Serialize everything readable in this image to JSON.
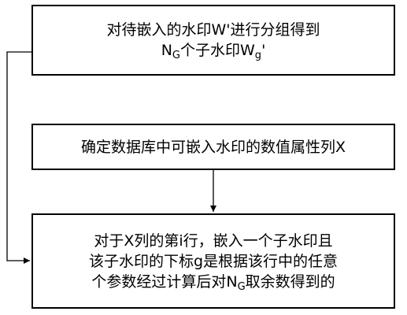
{
  "boxes": [
    {
      "lines": [
        [
          "对待嵌入的水印W'进行分组得到"
        ],
        [
          "N",
          "G",
          "个子水印W",
          "g",
          "'"
        ]
      ]
    },
    {
      "lines": [
        [
          "确定数据库中可嵌入水印的数值属性列X"
        ]
      ]
    },
    {
      "lines": [
        [
          "对于X列的第i行，嵌入一个子水印且"
        ],
        [
          "该子水印的下标g是根据该行中的任意"
        ],
        [
          "个参数经过计算后对N",
          "G",
          "取余数得到的"
        ]
      ]
    }
  ]
}
